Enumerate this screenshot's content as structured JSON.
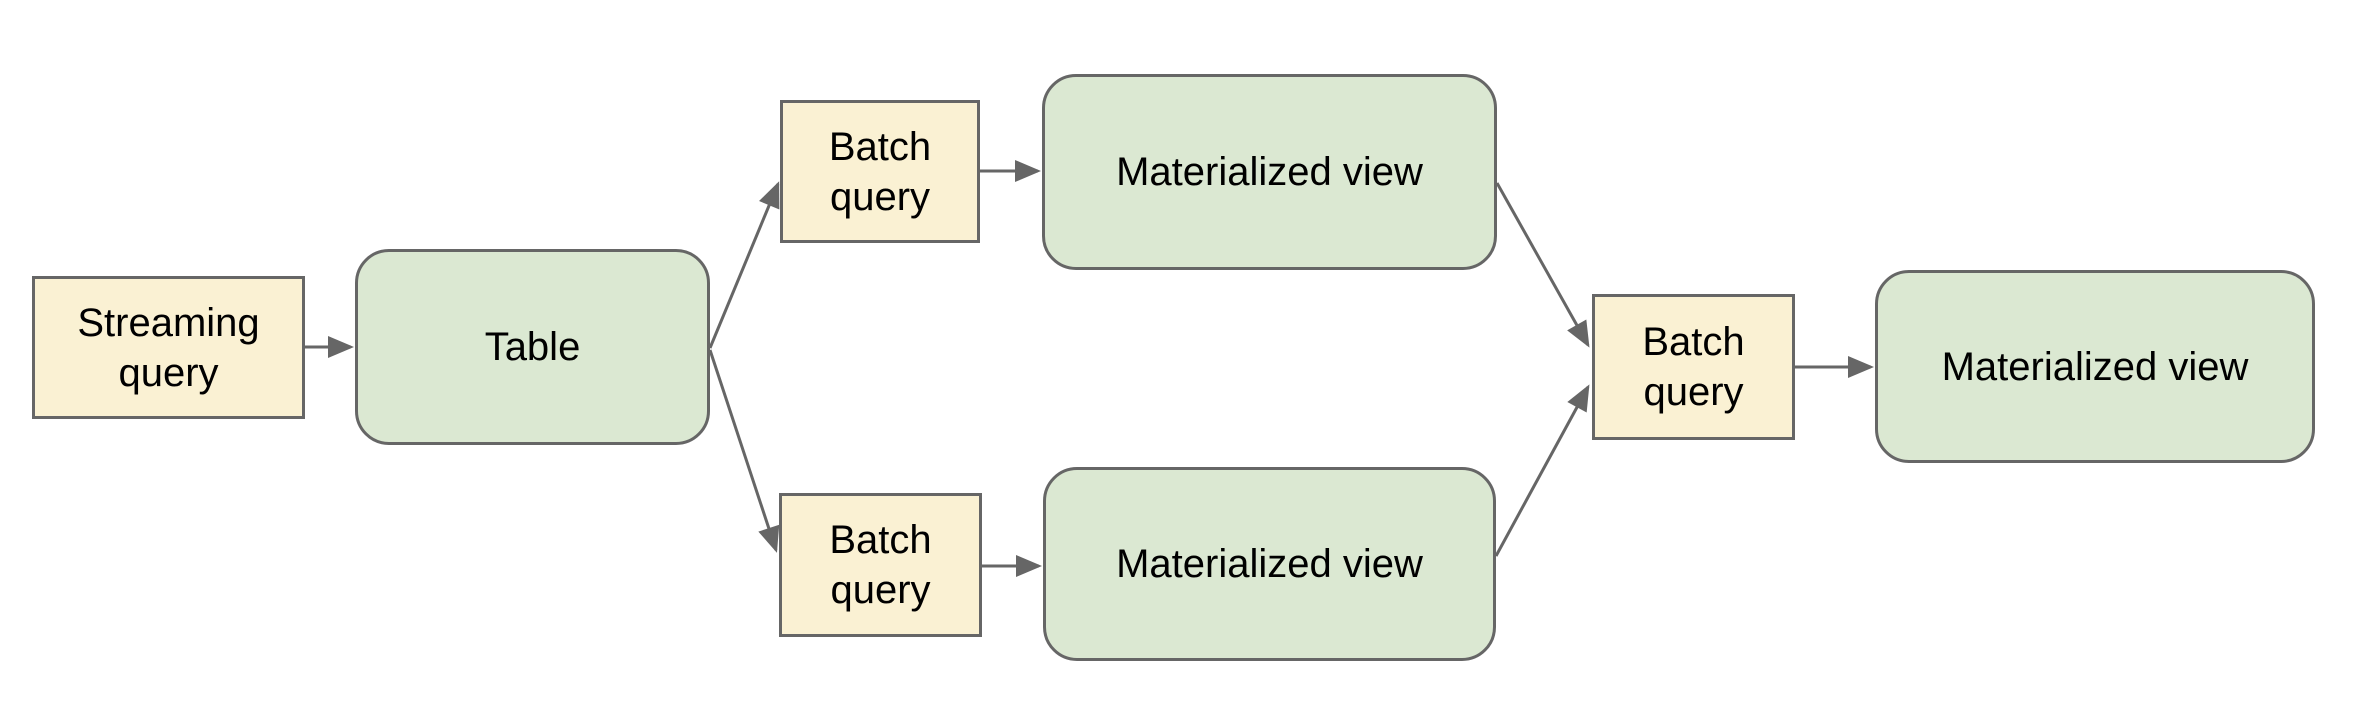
{
  "diagram": {
    "nodes": [
      {
        "id": "streaming-query",
        "label": "Streaming query",
        "kind": "query"
      },
      {
        "id": "table",
        "label": "Table",
        "kind": "view"
      },
      {
        "id": "batch-query-top",
        "label": "Batch query",
        "kind": "query"
      },
      {
        "id": "materialized-view-top",
        "label": "Materialized view",
        "kind": "view"
      },
      {
        "id": "batch-query-bottom",
        "label": "Batch query",
        "kind": "query"
      },
      {
        "id": "materialized-view-bottom",
        "label": "Materialized view",
        "kind": "view"
      },
      {
        "id": "batch-query-right",
        "label": "Batch query",
        "kind": "query"
      },
      {
        "id": "materialized-view-final",
        "label": "Materialized view",
        "kind": "view"
      }
    ],
    "edges": [
      {
        "from": "streaming-query",
        "to": "table"
      },
      {
        "from": "table",
        "to": "batch-query-top"
      },
      {
        "from": "batch-query-top",
        "to": "materialized-view-top"
      },
      {
        "from": "materialized-view-top",
        "to": "batch-query-right"
      },
      {
        "from": "table",
        "to": "batch-query-bottom"
      },
      {
        "from": "batch-query-bottom",
        "to": "materialized-view-bottom"
      },
      {
        "from": "materialized-view-bottom",
        "to": "batch-query-right"
      },
      {
        "from": "batch-query-right",
        "to": "materialized-view-final"
      }
    ],
    "colors": {
      "query_fill": "#faf1d3",
      "view_fill": "#dbe8d2",
      "border": "#666666",
      "connector": "#666666",
      "text": "#000000",
      "background": "#ffffff"
    }
  }
}
